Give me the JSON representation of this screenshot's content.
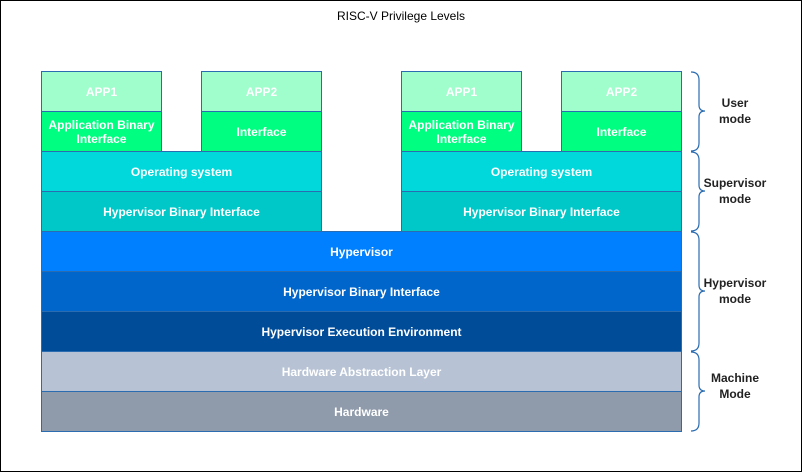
{
  "title": "RISC-V Privilege Levels",
  "stacks": [
    {
      "app": "APP1",
      "abi": "Application Binary Interface",
      "os": "Operating system",
      "hbi": "Hypervisor Binary Interface"
    },
    {
      "app": "APP2",
      "abi": "Interface"
    },
    {
      "app": "APP1",
      "abi": "Application Binary Interface",
      "os": "Operating system",
      "hbi": "Hypervisor Binary Interface"
    },
    {
      "app": "APP2",
      "abi": "Interface"
    }
  ],
  "layers": {
    "hypervisor": "Hypervisor",
    "hypervisor_binary_interface": "Hypervisor Binary Interface",
    "hypervisor_execution_environment": "Hypervisor Execution Environment",
    "hardware_abstraction_layer": "Hardware Abstraction Layer",
    "hardware": "Hardware"
  },
  "modes": {
    "user": [
      "User",
      "mode"
    ],
    "supervisor": [
      "Supervisor",
      "mode"
    ],
    "hypervisor": [
      "Hypervisor",
      "mode"
    ],
    "machine": [
      "Machine",
      "Mode"
    ]
  },
  "colors": {
    "app": "#a0fdcc",
    "abi": "#00ff80",
    "os": "#00d8dc",
    "hbi": "#00c8c8",
    "hypervisor": "#007fff",
    "hypervisor_bi": "#0066cc",
    "hee": "#004c99",
    "hal": "#b7c3d5",
    "hardware": "#8f9aaa",
    "brace": "#2b6cb0"
  }
}
